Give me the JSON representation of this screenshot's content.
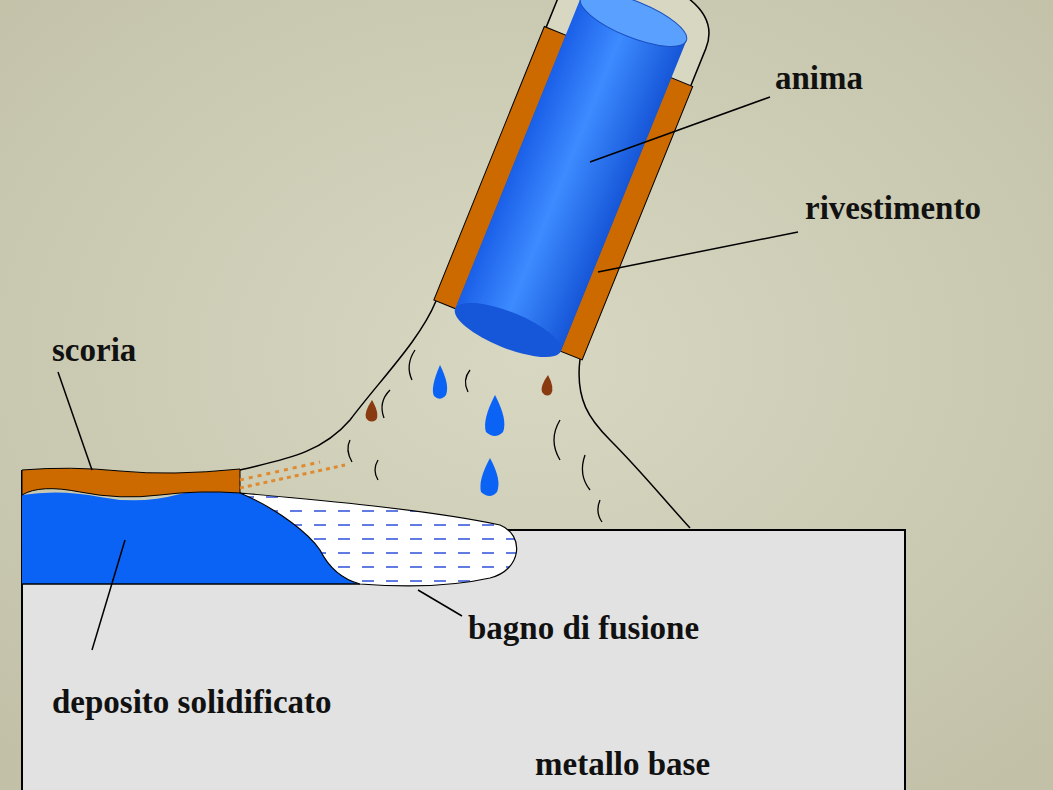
{
  "diagram": {
    "labels": [
      "anima",
      "rivestimento",
      "scoria",
      "bagno di fusione",
      "deposito solidificato",
      "metallo base"
    ]
  }
}
